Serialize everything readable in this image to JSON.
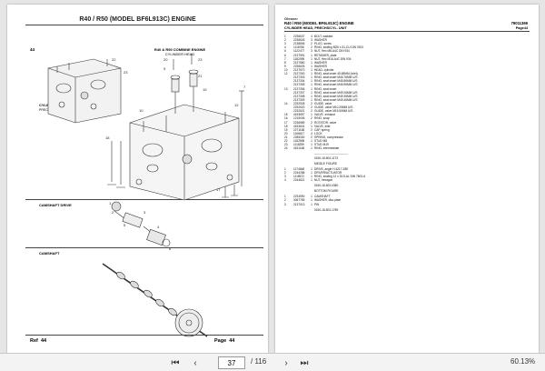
{
  "left_page": {
    "title": "R40 / R50 (MODEL BF6L913C) ENGINE",
    "page_number": "44",
    "engine_caption": "R40 & R50 COMBINE ENGINE",
    "engine_subcaption": "CYLINDER HEAD",
    "section_cylinder_head": "CYLINDER HEAD",
    "section_cylinder_head_sub": "PRECHS/CYL. UNIT",
    "section_camshaft_drive": "CAMSHAFT DRIVE",
    "section_camshaft": "CAMSHAFT",
    "footer_ref_label": "Ref",
    "footer_ref_value": "44",
    "footer_page_label": "Page",
    "footer_page_value": "44",
    "callouts": [
      "22",
      "23",
      "20",
      "9",
      "10",
      "12",
      "7",
      "19",
      "23",
      "21",
      "18",
      "3",
      "4",
      "5",
      "6",
      "2",
      "1",
      "17"
    ]
  },
  "right_page": {
    "brand": "Gleaner",
    "title": "R40 / R50 (MODEL BF6L913C) ENGINE",
    "title_code": "79011369",
    "subtitle": "CYLINDER HEAD, PRECHS/CYL. UNIT",
    "page_ref": "Page44",
    "parts": [
      {
        "ref": "1",
        "pn": "2236637",
        "qty": "4",
        "desc": "BOLT, waisted"
      },
      {
        "ref": "2",
        "pn": "2238626",
        "qty": "3",
        "desc": "WASHER"
      },
      {
        "ref": "3",
        "pn": "2138806",
        "qty": "2",
        "desc": "PLUG, screw"
      },
      {
        "ref": "4",
        "pn": "1118766",
        "qty": "2",
        "desc": "RING, sealing M26 x 31-CU DIN 7603"
      },
      {
        "ref": "5",
        "pn": "1122477",
        "qty": "3",
        "desc": "NUT, Hex M8-A4C DIN 934"
      },
      {
        "ref": "6",
        "pn": "2137591",
        "qty": "1",
        "desc": "RETAINER, plate"
      },
      {
        "ref": "7",
        "pn": "1182095",
        "qty": "1",
        "desc": "NUT, Hex M16-A4C DIN 934"
      },
      {
        "ref": "8",
        "pn": "2137580",
        "qty": "1",
        "desc": "WASHER"
      },
      {
        "ref": "9",
        "pn": "2236625",
        "qty": "1",
        "desc": "WASHER"
      },
      {
        "ref": "10",
        "pn": "2137570",
        "qty": "1",
        "desc": "HEAD, cylinder"
      },
      {
        "ref": "12",
        "pn": "2137300",
        "qty": "1",
        "desc": "RING, seat insert 45.65MM (Inlet)"
      },
      {
        "ref": "",
        "pn": "2137303",
        "qty": "1",
        "desc": "RING, seat insert M45.76MM U/S"
      },
      {
        "ref": "",
        "pn": "2137304",
        "qty": "1",
        "desc": "RING, seat insert M45.86MM U/S"
      },
      {
        "ref": "",
        "pn": "2137305",
        "qty": "1",
        "desc": "RING, seat insert M45.96MM U/S"
      },
      {
        "ref": "13",
        "pn": "2137306",
        "qty": "1",
        "desc": "RING, seat insert"
      },
      {
        "ref": "",
        "pn": "2137307",
        "qty": "1",
        "desc": "RING, seat insert M49.26MM U/S"
      },
      {
        "ref": "",
        "pn": "2137308",
        "qty": "1",
        "desc": "RING, seat insert M49.36MM U/S"
      },
      {
        "ref": "",
        "pn": "2137309",
        "qty": "1",
        "desc": "RING, seat insert M49.46MM U/S"
      },
      {
        "ref": "14",
        "pn": "2232528",
        "qty": "2",
        "desc": "GUIDE, valve"
      },
      {
        "ref": "",
        "pn": "2232620",
        "qty": "2",
        "desc": "GUIDE, valve M10.25MM U/S"
      },
      {
        "ref": "",
        "pn": "2232621",
        "qty": "2",
        "desc": "GUIDE, valve M15.50MM U/S"
      },
      {
        "ref": "15",
        "pn": "4153697",
        "qty": "1",
        "desc": "VALVE, exhaust"
      },
      {
        "ref": "16",
        "pn": "1215006",
        "qty": "2",
        "desc": "RING, snap"
      },
      {
        "ref": "17",
        "pn": "2236589",
        "qty": "2",
        "desc": "ROTATOR, valve"
      },
      {
        "ref": "18",
        "pn": "4153631",
        "qty": "1",
        "desc": "VALVE, inlet"
      },
      {
        "ref": "19",
        "pn": "2271168",
        "qty": "2",
        "desc": "CAP, spring"
      },
      {
        "ref": "20",
        "pn": "1168617",
        "qty": "4",
        "desc": "LOCK"
      },
      {
        "ref": "21",
        "pn": "2285330",
        "qty": "2",
        "desc": "SPRING, compression"
      },
      {
        "ref": "22",
        "pn": "1182598",
        "qty": "1",
        "desc": "STUD M8"
      },
      {
        "ref": "23",
        "pn": "1118259",
        "qty": "1",
        "desc": "STUD M19"
      },
      {
        "ref": "24",
        "pn": "4151168",
        "qty": "1",
        "desc": "RING, intermediate"
      },
      {
        "gap": true
      },
      {
        "ref": "",
        "pn": "",
        "qty": "",
        "desc": "-----------------------------------"
      },
      {
        "ref": "",
        "pn": "",
        "qty": "",
        "desc": "0150-18-504-1173"
      },
      {
        "gap": true
      },
      {
        "ref": "",
        "pn": "",
        "qty": "",
        "desc": "MIDDLE FIGURE"
      },
      {
        "gap": true
      },
      {
        "ref": "1",
        "pn": "1174648",
        "qty": "1",
        "desc": "DRIVE, angle H 4217-Z8E"
      },
      {
        "ref": "2",
        "pn": "2244286",
        "qty": "1",
        "desc": "DRIVER/ACTUATOR"
      },
      {
        "ref": "3",
        "pn": "1118672",
        "qty": "1",
        "desc": "RING, sealing 12 x 15.5-AL DIN 7603-A"
      },
      {
        "ref": "4",
        "pn": "2244621",
        "qty": "1",
        "desc": "NUT, hexagon"
      },
      {
        "gap": true
      },
      {
        "ref": "",
        "pn": "",
        "qty": "",
        "desc": "0150-18-503-0380"
      },
      {
        "gap": true
      },
      {
        "ref": "",
        "pn": "",
        "qty": "",
        "desc": "BOTTOM FIGURE"
      },
      {
        "gap": true
      },
      {
        "ref": "1",
        "pn": "2234990",
        "qty": "1",
        "desc": "CAMSHAFT"
      },
      {
        "ref": "2",
        "pn": "3067789",
        "qty": "1",
        "desc": "WASHER, disc plate"
      },
      {
        "ref": "3",
        "pn": "2137013",
        "qty": "1",
        "desc": "PIN"
      },
      {
        "gap": true
      },
      {
        "ref": "",
        "pn": "",
        "qty": "",
        "desc": "0150-18-503-1789"
      }
    ]
  },
  "toolbar": {
    "current_page": "37",
    "total_pages": "/ 116",
    "zoom": "60.13%"
  }
}
